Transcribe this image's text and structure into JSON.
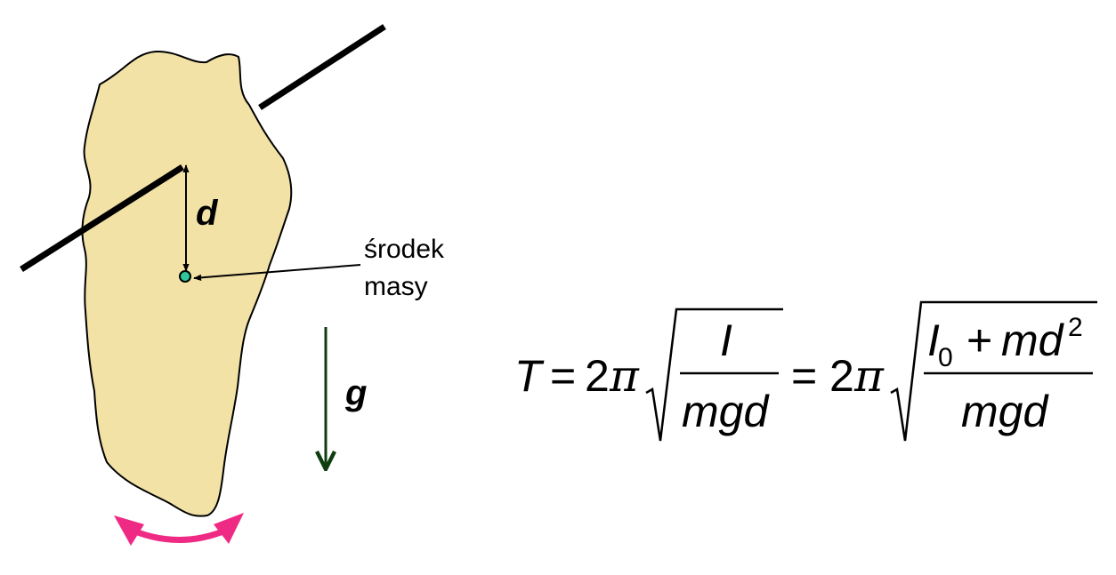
{
  "diagram": {
    "labels": {
      "distance": "d",
      "gravity": "g",
      "center_of_mass": [
        "środek",
        "masy"
      ]
    },
    "colors": {
      "body_fill": "#f2e2a6",
      "outline": "#000000",
      "center_of_mass_dot": "#2fc79a",
      "gravity_arrow": "#0f3d10",
      "swing_arrow": "#ef2a84"
    }
  },
  "formula": {
    "lhs": "T",
    "equals": "=",
    "two": "2",
    "pi": "π",
    "frac1": {
      "numerator": "I",
      "denominator": "mgd"
    },
    "frac2": {
      "numerator_I": "I",
      "numerator_sub": "0",
      "numerator_plus": "+",
      "numerator_md": "md",
      "numerator_exp": "2",
      "denominator": "mgd"
    }
  }
}
